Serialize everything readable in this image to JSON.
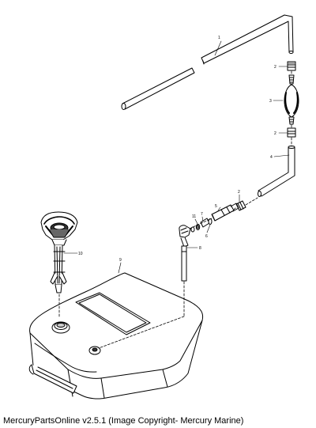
{
  "footer": {
    "text": "MercuryPartsOnline v2.5.1 (Image Copyright- Mercury Marine)"
  },
  "callouts": {
    "c1": "1",
    "c2a": "2",
    "c3": "3",
    "c2b": "2",
    "c4": "4",
    "c2c": "2",
    "c5": "5",
    "c7": "7",
    "c11": "11",
    "c6": "6",
    "c8": "8",
    "c9": "9",
    "c10": "10"
  }
}
